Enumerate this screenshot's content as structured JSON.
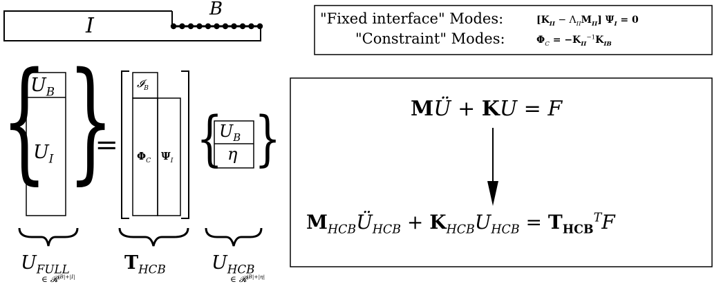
{
  "domain_label": "",
  "substructure": {
    "interior_label": "I",
    "boundary_label": "B",
    "boundary_node_count": 11
  },
  "modes_box": {
    "row1": {
      "name": "\"Fixed interface\" Modes:",
      "eq": "[K_II − Λ_II M_II] Ψ_I = 0"
    },
    "row2": {
      "name": "\"Constraint\" Modes:",
      "eq": "Φ_C = −K_II^−1 K_IB"
    }
  },
  "matrices": {
    "full_top": "U_B",
    "full_bottom": "U_I",
    "assign": ":=",
    "identity": "𝓘_B",
    "phi": "Φ_C",
    "psi": "Ψ_I",
    "red_top": "U_B",
    "red_bottom": "η"
  },
  "labels": {
    "u_full": "U_FULL",
    "u_full_space": "∈ 𝓡^{|B|+|I|}",
    "t_hcb": "T_HCB",
    "u_hcb": "U_HCB",
    "u_hcb_space": "∈ 𝓡^{|B|+|η|}"
  },
  "equations": {
    "full": "MÜ + KU = F",
    "reduced": "M_HCB Ü_HCB + K_HCB U_HCB = T_HCB^T F"
  },
  "text": {
    "I": "I",
    "B": "B",
    "fi_quote": "\"Fixed interface\" Modes:",
    "cm_quote": "\"Constraint\" Modes:",
    "UB": "U",
    "UB_sub": "B",
    "UI": "U",
    "UI_sub": "I",
    "calI": "𝓘",
    "calI_sub": "B",
    "Phi": "Φ",
    "Phi_sub": "C",
    "Psi": "Ψ",
    "Psi_sub": "I",
    "eta": "η",
    "Ufull": "U",
    "Ufull_sub": "FULL",
    "T": "T",
    "T_sub": "HCB",
    "Uhcb": "U",
    "Uhcb_sub": "HCB",
    "in": "∈ 𝓡",
    "space_full_sup": "|B|+|I|",
    "space_hcb_sup": "|B|+|η|",
    "eq1_M": "M",
    "eq1_U": "Ü",
    "eq1_plus": "+",
    "eq1_K": "K",
    "eq1_U2": "U",
    "eq1_eq": "=",
    "eq1_F": "F",
    "eq2_M": "M",
    "eq2_sub": "HCB",
    "eq2_U": "Ü",
    "eq2_plus": "+",
    "eq2_K": "K",
    "eq2_U2": "U",
    "eq2_eq": "=",
    "eq2_T": "T",
    "eq2_Tsub": "HCB",
    "eq2_sup": "T",
    "eq2_F": "F",
    "m1": "[K",
    "m1a": "II",
    "m1b": " − Λ",
    "m1c": "II",
    "m1d": "M",
    "m1e": "II",
    "m1f": "] Ψ",
    "m1g": "I",
    "m1h": " = 0",
    "m2": "Φ",
    "m2a": "C",
    "m2b": " = −K",
    "m2c": "II",
    "m2d": "−1",
    "m2e": "K",
    "m2f": "IB"
  }
}
